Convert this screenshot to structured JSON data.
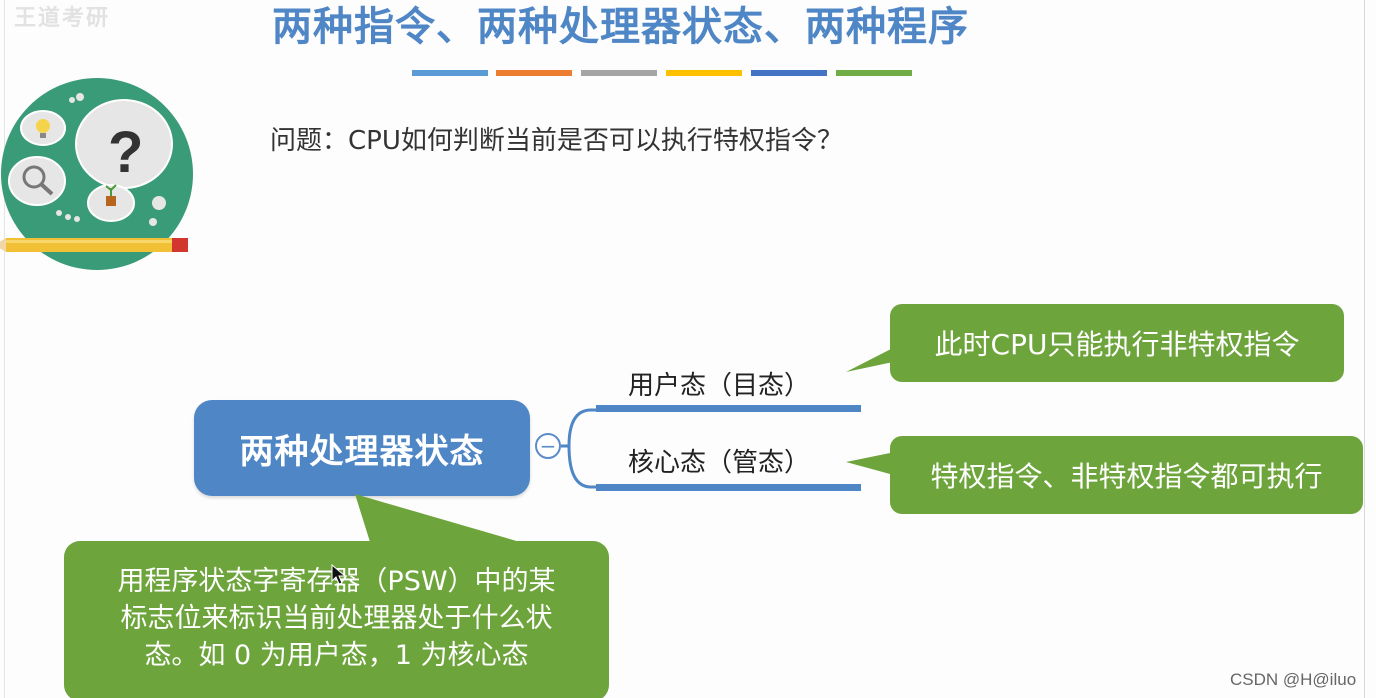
{
  "watermark": "王道考研",
  "slide": {
    "title": "两种指令、两种处理器状态、两种程序",
    "title_bar_colors": [
      "#5b9bd5",
      "#ed7d31",
      "#a5a5a5",
      "#ffc000",
      "#4472c4",
      "#70ad47"
    ],
    "question": "问题：CPU如何判断当前是否可以执行特权指令？"
  },
  "mindmap": {
    "root": "两种处理器状态",
    "collapse_symbol": "−",
    "branches": [
      {
        "label": "用户态（目态）",
        "note": "此时CPU只能执行非特权指令"
      },
      {
        "label": "核心态（管态）",
        "note": "特权指令、非特权指令都可执行"
      }
    ],
    "root_note": [
      "用程序状态字寄存器（PSW）中的某",
      "标志位来标识当前处理器处于什么状",
      "态。如 0 为用户态，1 为核心态"
    ]
  },
  "footer": {
    "credit": "CSDN @H@iluo"
  },
  "colors": {
    "blue": "#4f86c6",
    "green": "#6ea43c",
    "icon_circle": "#3a9b78"
  }
}
